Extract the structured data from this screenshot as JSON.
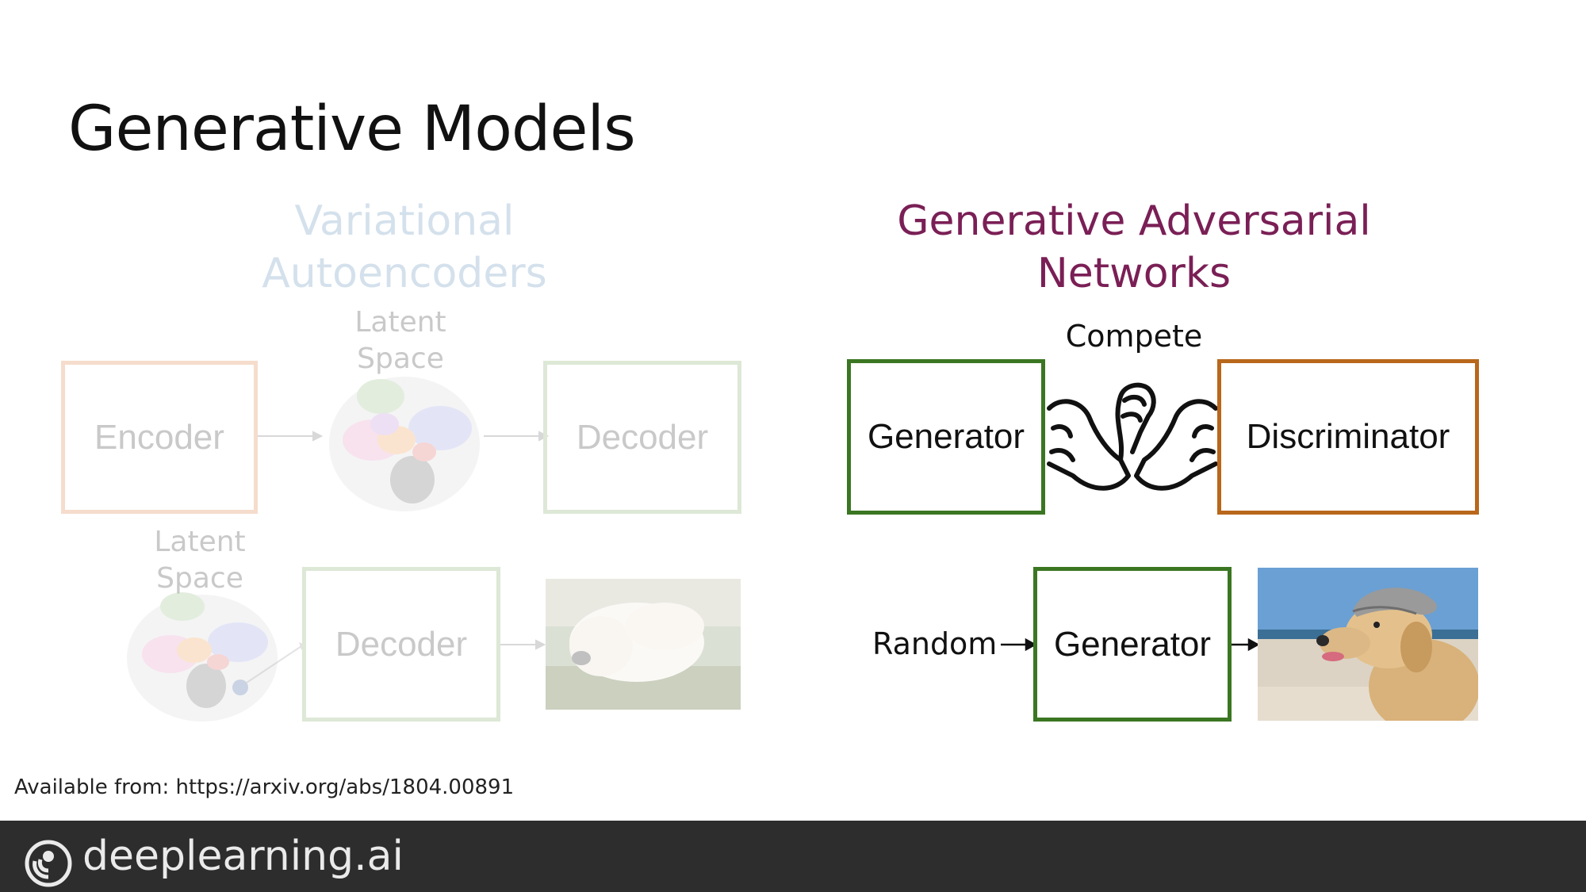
{
  "title": "Generative Models",
  "vae": {
    "heading_line1": "Variational",
    "heading_line2": "Autoencoders",
    "encoder_label": "Encoder",
    "decoder_label": "Decoder",
    "latent_label_line1": "Latent",
    "latent_label_line2": "Space",
    "bottom_decoder_label": "Decoder"
  },
  "gan": {
    "heading_line1": "Generative Adversarial",
    "heading_line2": "Networks",
    "compete_label": "Compete",
    "generator_label": "Generator",
    "discriminator_label": "Discriminator",
    "random_label": "Random",
    "bottom_generator_label": "Generator"
  },
  "caption": "Available from: https://arxiv.org/abs/1804.00891",
  "footer": {
    "brand": "deeplearning.ai"
  },
  "colors": {
    "gan_heading": "#7a1f56",
    "generator_border": "#3b7622",
    "discriminator_border": "#b8671b",
    "vae_heading": "#d4e1ec",
    "footer_bg": "#2d2d2d"
  },
  "icons": [
    "arm-wrestling-icon",
    "deeplearning-logo-icon",
    "arrow-right-icon"
  ]
}
